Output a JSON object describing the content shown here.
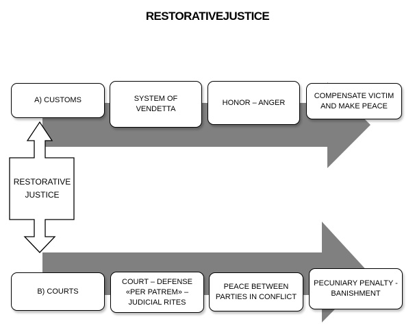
{
  "title": "RESTORATIVEJUSTICE",
  "center_label": "RESTORATIVE\nJUSTICE",
  "top_row": [
    "A) CUSTOMS",
    "SYSTEM OF\nVENDETTA",
    "HONOR – ANGER",
    "COMPENSATE VICTIM\nAND MAKE PEACE"
  ],
  "bottom_row": [
    "B) COURTS",
    "COURT – DEFENSE\n«PER PATREM» –\nJUDICIAL RITES",
    "PEACE BETWEEN\nPARTIES IN CONFLICT",
    "PECUNIARY PENALTY -\nBANISHMENT"
  ],
  "colors": {
    "arrow_fill": "#808080",
    "box_border": "#000000",
    "box_fill": "#ffffff",
    "text": "#000000"
  }
}
